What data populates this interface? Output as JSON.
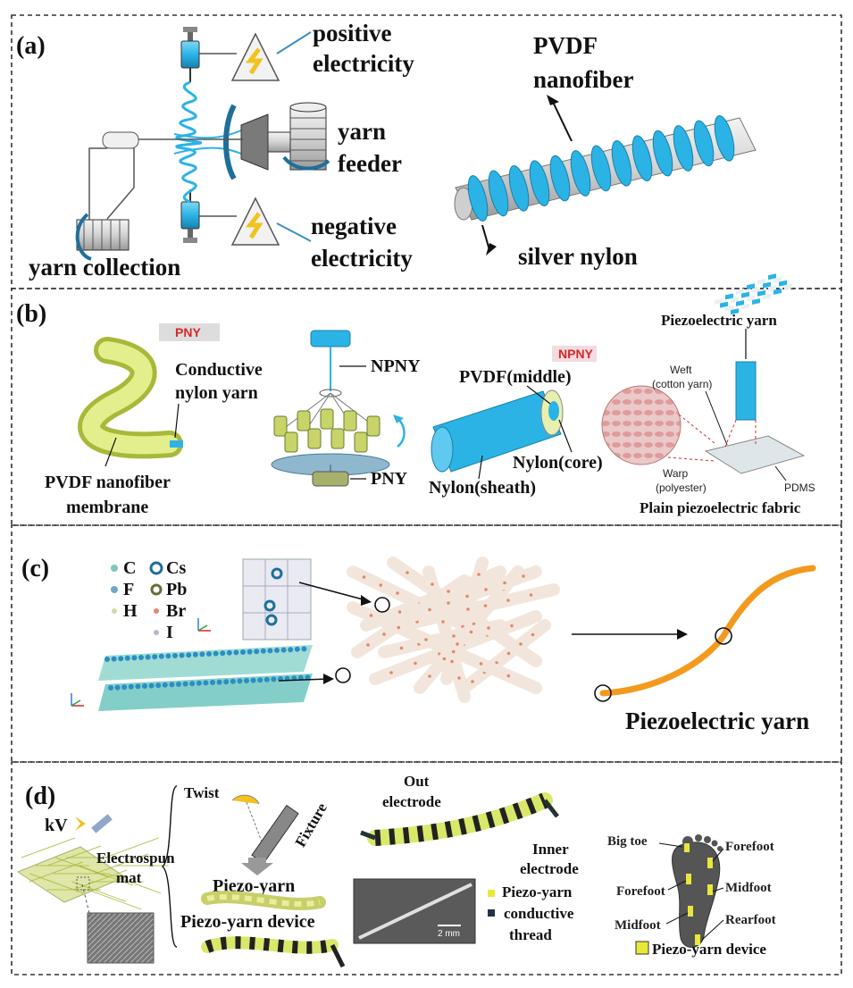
{
  "panels": {
    "a": {
      "label": "(a)",
      "positive": [
        "positive",
        "electricity"
      ],
      "yarn_feeder": [
        "yarn",
        "feeder"
      ],
      "negative": [
        "negative",
        "electricity"
      ],
      "yarn_collection": "yarn collection",
      "pvdf": [
        "PVDF",
        "nanofiber"
      ],
      "silver_nylon": "silver nylon"
    },
    "b": {
      "label": "(b)",
      "pny_badge": "PNY",
      "conductive": [
        "Conductive",
        "nylon yarn"
      ],
      "membrane": [
        "PVDF nanofiber",
        "membrane"
      ],
      "npny": "NPNY",
      "pny": "PNY",
      "npny_badge": "NPNY",
      "pvdf_middle": "PVDF(middle)",
      "nylon_core": "Nylon(core)",
      "nylon_sheath": "Nylon(sheath)",
      "piezo_yarn": "Piezoelectric yarn",
      "weft": [
        "Weft",
        "(cotton yarn)"
      ],
      "warp": [
        "Warp",
        "(polyester)"
      ],
      "pdms": "PDMS",
      "plain_fabric": "Plain piezoelectric fabric"
    },
    "c": {
      "label": "(c)",
      "legend": [
        {
          "sym": "C",
          "color": "#7fc6c0"
        },
        {
          "sym": "F",
          "color": "#6fa8c8"
        },
        {
          "sym": "H",
          "color": "#d8d8a8"
        },
        {
          "sym": "Cs",
          "color": "#1f6f9a"
        },
        {
          "sym": "Pb",
          "color": "#6b6b3a"
        },
        {
          "sym": "Br",
          "color": "#e3876a"
        },
        {
          "sym": "I",
          "color": "#b8b8c8"
        }
      ],
      "piezo_yarn": "Piezoelectric yarn"
    },
    "d": {
      "label": "(d)",
      "kv": "kV",
      "mat": [
        "Electrospun",
        "mat"
      ],
      "twist": "Twist",
      "fixture": "Fixture",
      "piezo_yarn": "Piezo-yarn",
      "device": "Piezo-yarn device",
      "out_electrode": [
        "Out",
        "electrode"
      ],
      "inner_electrode": [
        "Inner",
        "electrode"
      ],
      "scale": "2 mm",
      "legend_yarn": "Piezo-yarn",
      "legend_thread": [
        "conductive",
        "thread"
      ],
      "big_toe": "Big toe",
      "forefoot": "Forefoot",
      "forefoot2": "Forefoot",
      "midfoot": "Midfoot",
      "midfoot2": "Midfoot",
      "rearfoot": "Rearfoot",
      "foot_legend": "Piezo-yarn device"
    }
  },
  "colors": {
    "cyan": "#2bb3e6",
    "yellow_green": "#d9e86a",
    "orange": "#f39a1e",
    "red_text": "#d62828"
  }
}
